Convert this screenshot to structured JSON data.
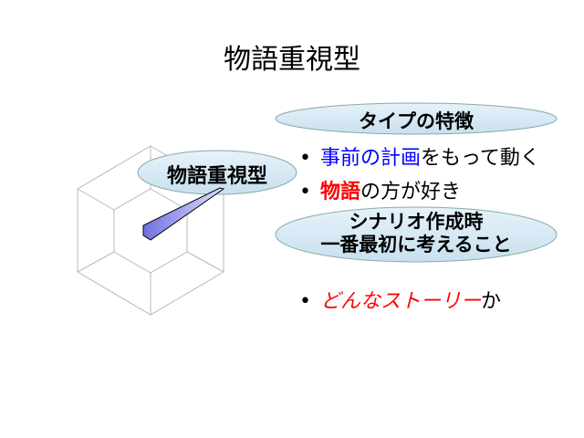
{
  "title": "物語重視型",
  "diagram_label": "物語重視型",
  "features_heading": "タイプの特徴",
  "features": [
    {
      "highlight": "事前の計画",
      "rest": "をもって動く",
      "highlight_color": "#0000ff"
    },
    {
      "highlight": "物語",
      "rest": "の方が好き",
      "highlight_color": "#ff0000"
    }
  ],
  "scenario_heading_line1": "シナリオ作成時",
  "scenario_heading_line2": "一番最初に考えること",
  "scenario_items": [
    {
      "highlight": "どんなストーリー",
      "rest": "か",
      "highlight_color": "#ff0000"
    }
  ],
  "bullet_char": "•"
}
